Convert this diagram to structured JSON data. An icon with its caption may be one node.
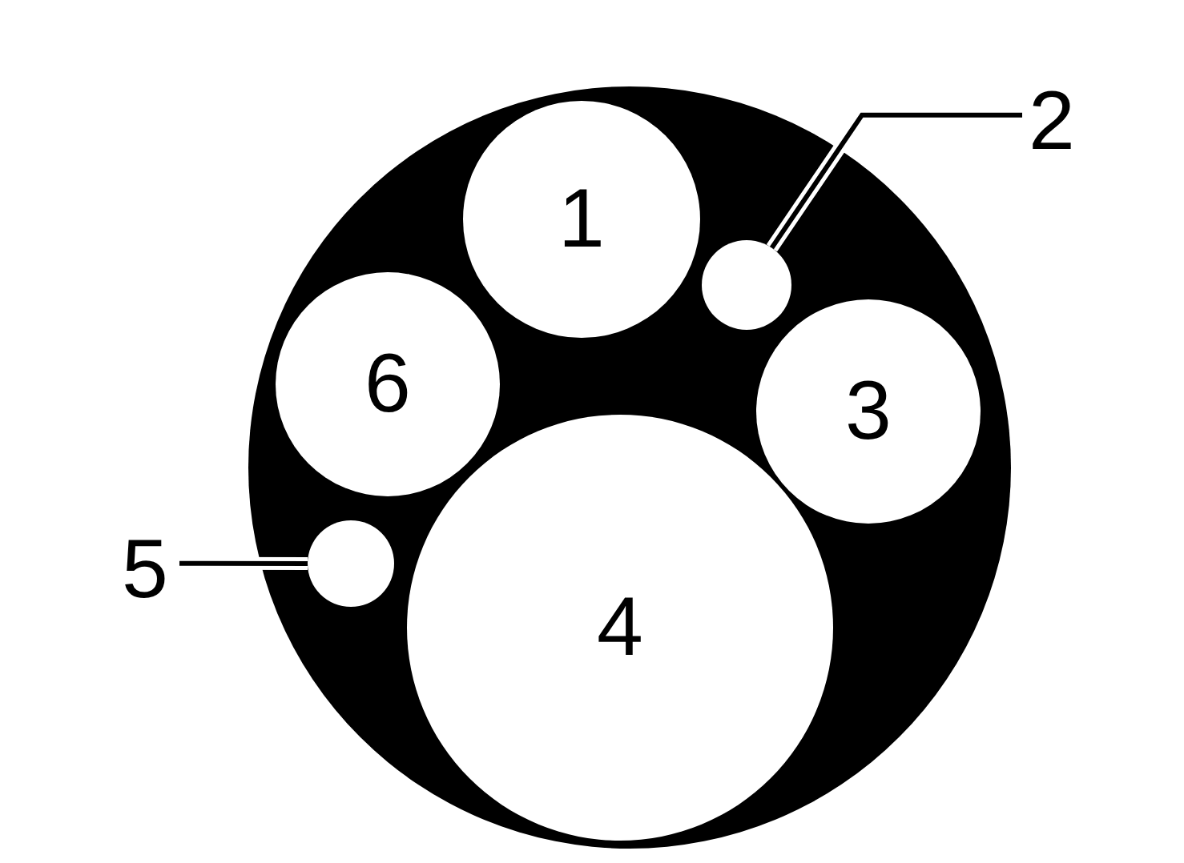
{
  "diagram": {
    "nodes": [
      {
        "text": [],
        "shape": "circle"
      },
      {
        "text": [
          "1"
        ],
        "in": 0
      },
      {
        "text": [],
        "shape": "circle",
        "in": 0
      },
      {
        "text": [
          "6"
        ],
        "in": 0
      },
      {
        "text": [
          "3"
        ],
        "in": 0
      },
      {
        "text": [],
        "shape": "circle",
        "in": 0
      },
      {
        "text": [
          "4"
        ],
        "in": 0
      },
      {
        "text": [
          "2"
        ]
      },
      {
        "text": [
          "5"
        ]
      }
    ],
    "edges": [
      {
        "from": 7,
        "to": 2,
        "arrow": "none"
      },
      {
        "from": 8,
        "to": 5,
        "arrow": "none"
      }
    ]
  }
}
